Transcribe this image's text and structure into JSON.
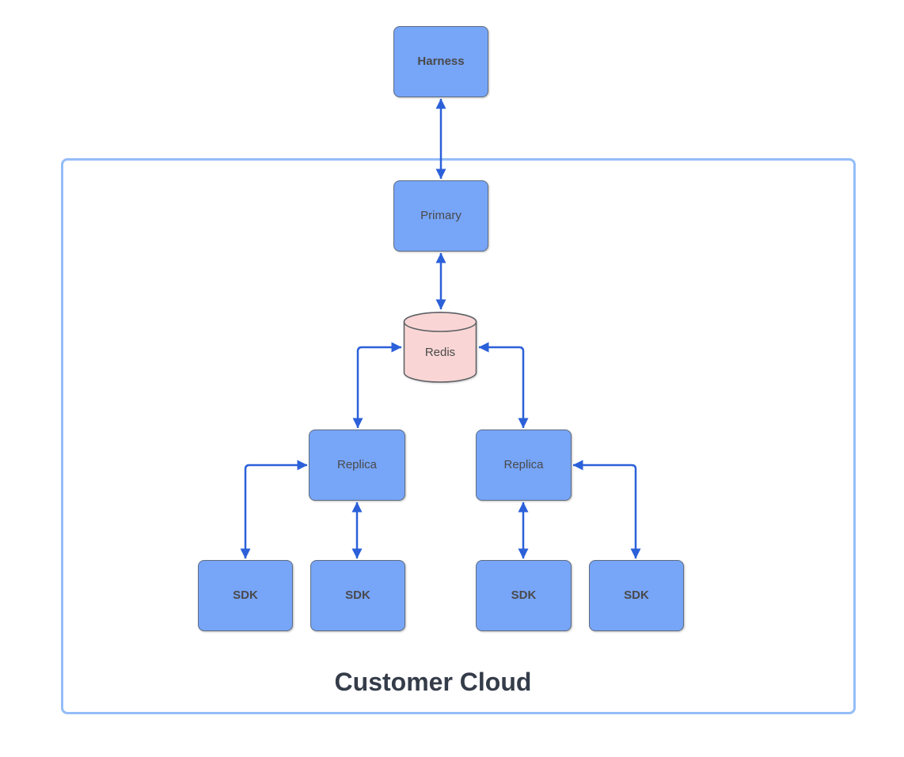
{
  "diagram": {
    "type": "architecture-diagram",
    "background": "#ffffff",
    "container": {
      "label": "Customer Cloud"
    },
    "nodes": [
      {
        "id": "harness",
        "label": "Harness",
        "shape": "rectangle",
        "emphasis": "bold",
        "fill": "#77A5F8"
      },
      {
        "id": "primary",
        "label": "Primary",
        "shape": "rectangle",
        "emphasis": "normal",
        "fill": "#77A5F8"
      },
      {
        "id": "redis",
        "label": "Redis",
        "shape": "cylinder",
        "emphasis": "normal",
        "fill": "#F9D6D5"
      },
      {
        "id": "replica-left",
        "label": "Replica",
        "shape": "rectangle",
        "emphasis": "normal",
        "fill": "#77A5F8"
      },
      {
        "id": "replica-right",
        "label": "Replica",
        "shape": "rectangle",
        "emphasis": "normal",
        "fill": "#77A5F8"
      },
      {
        "id": "sdk-1",
        "label": "SDK",
        "shape": "rectangle",
        "emphasis": "bold",
        "fill": "#77A5F8"
      },
      {
        "id": "sdk-2",
        "label": "SDK",
        "shape": "rectangle",
        "emphasis": "bold",
        "fill": "#77A5F8"
      },
      {
        "id": "sdk-3",
        "label": "SDK",
        "shape": "rectangle",
        "emphasis": "bold",
        "fill": "#77A5F8"
      },
      {
        "id": "sdk-4",
        "label": "SDK",
        "shape": "rectangle",
        "emphasis": "bold",
        "fill": "#77A5F8"
      }
    ],
    "edges": [
      {
        "from": "harness",
        "to": "primary",
        "direction": "bidirectional",
        "style": "straight"
      },
      {
        "from": "primary",
        "to": "redis",
        "direction": "bidirectional",
        "style": "straight"
      },
      {
        "from": "redis",
        "to": "replica-left",
        "direction": "bidirectional",
        "style": "elbow"
      },
      {
        "from": "redis",
        "to": "replica-right",
        "direction": "bidirectional",
        "style": "elbow"
      },
      {
        "from": "replica-left",
        "to": "sdk-1",
        "direction": "bidirectional",
        "style": "elbow"
      },
      {
        "from": "replica-left",
        "to": "sdk-2",
        "direction": "bidirectional",
        "style": "straight"
      },
      {
        "from": "replica-right",
        "to": "sdk-3",
        "direction": "bidirectional",
        "style": "straight"
      },
      {
        "from": "replica-right",
        "to": "sdk-4",
        "direction": "bidirectional",
        "style": "elbow"
      }
    ],
    "colors": {
      "node_fill": "#77A5F8",
      "node_border": "#5D6C82",
      "redis_fill": "#F9D6D5",
      "redis_border": "#5B5E63",
      "arrow": "#2B60D9",
      "container_border": "#94BDF8",
      "node_label": "#4A4A4A",
      "title": "#353C49"
    }
  }
}
